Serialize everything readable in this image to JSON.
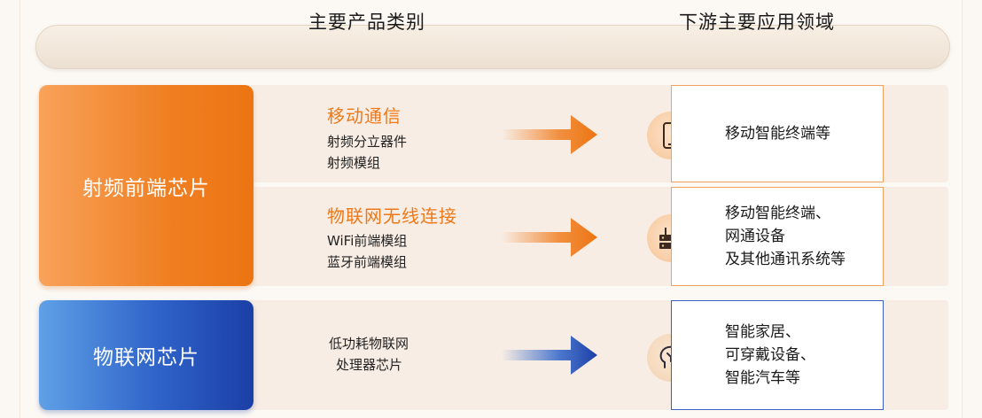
{
  "header": {
    "col1": "主要产品类别",
    "col2": "下游主要应用领域"
  },
  "groups": [
    {
      "label": "射频前端芯片",
      "color": "#ec7412"
    },
    {
      "label": "物联网芯片",
      "color": "#1b3fa6"
    }
  ],
  "rows": [
    {
      "category": "移动通信",
      "products": [
        "射频分立器件",
        "射频模组"
      ],
      "icon": "smartphone-icon",
      "applications": [
        "移动智能终端等"
      ]
    },
    {
      "category": "物联网无线连接",
      "products": [
        "WiFi前端模组",
        "蓝牙前端模组"
      ],
      "icon": "router-icon",
      "applications": [
        "移动智能终端、",
        "网通设备",
        "及其他通讯系统等"
      ]
    },
    {
      "category": "",
      "products": [
        "低功耗物联网",
        "处理器芯片"
      ],
      "icon": "brain-chip-icon",
      "applications": [
        "智能家居、",
        "可穿戴设备、",
        "智能汽车等"
      ]
    }
  ],
  "colors": {
    "accent_orange": "#ed7818",
    "accent_blue": "#1b3fa6",
    "row_background": "#f8ede4"
  }
}
